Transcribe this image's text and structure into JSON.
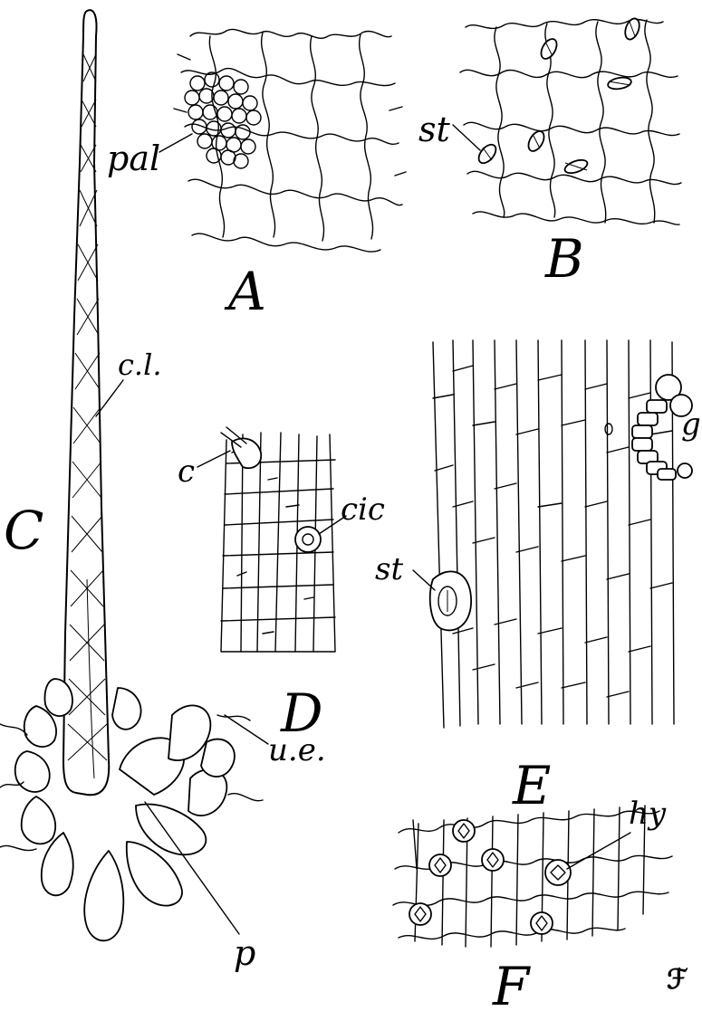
{
  "figure": {
    "panel_letters": {
      "A": "A",
      "B": "B",
      "C": "C",
      "D": "D",
      "E": "E",
      "F": "F"
    },
    "labels": {
      "pal": "pal",
      "st_b": "st",
      "cl": "c.l.",
      "c": "c",
      "cic": "cic",
      "st_e": "st",
      "g": "g",
      "ue": "u.e.",
      "hy": "hy",
      "p": "p"
    },
    "signature_mark": "ℱ"
  }
}
